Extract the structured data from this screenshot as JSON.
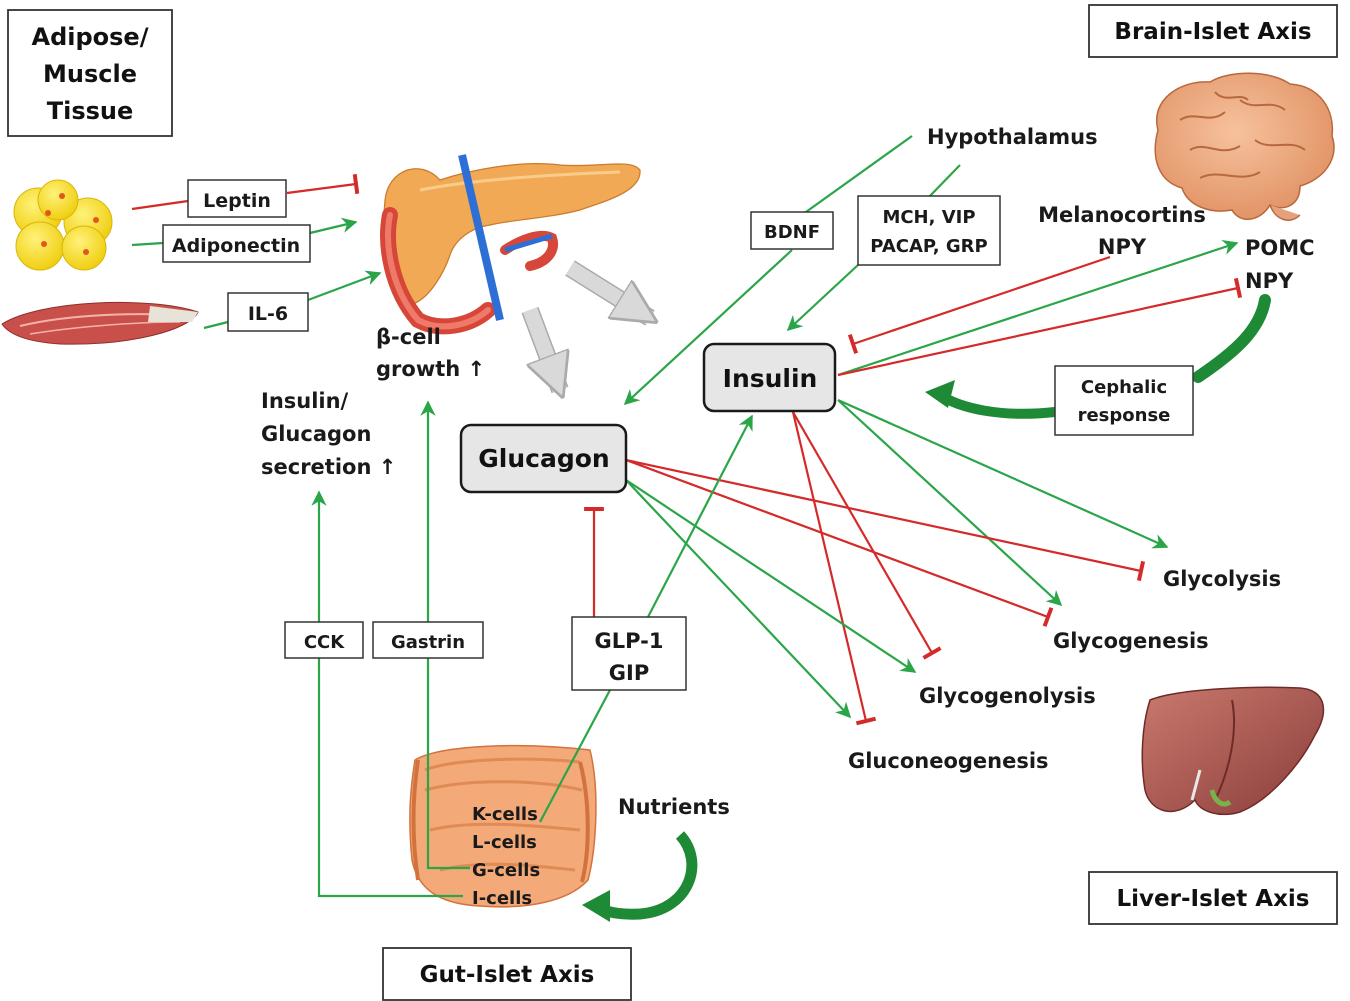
{
  "axes": {
    "adipose_muscle": [
      "Adipose/",
      "Muscle",
      "Tissue"
    ],
    "brain_islet": "Brain-Islet Axis",
    "liver_islet": "Liver-Islet Axis",
    "gut_islet": "Gut-Islet Axis"
  },
  "hormones": {
    "insulin": "Insulin",
    "glucagon": "Glucagon"
  },
  "adipose_signals": {
    "leptin": "Leptin",
    "adiponectin": "Adiponectin",
    "il6": "IL-6"
  },
  "pancreas_effects": {
    "beta_cell_growth": [
      "β-cell",
      "growth ↑"
    ],
    "secretion": [
      "Insulin/",
      "Glucagon",
      "secretion ↑"
    ]
  },
  "brain_signals": {
    "hypothalamus": "Hypothalamus",
    "bdnf": "BDNF",
    "neuropeptides": [
      "MCH, VIP",
      "PACAP, GRP"
    ],
    "melanocortins": [
      "Melanocortins",
      "NPY"
    ],
    "pomc_npy": [
      "POMC",
      "NPY"
    ],
    "cephalic": [
      "Cephalic",
      "response"
    ]
  },
  "gut_signals": {
    "cck": "CCK",
    "gastrin": "Gastrin",
    "incretins": [
      "GLP-1",
      "GIP"
    ],
    "nutrients": "Nutrients",
    "cells": [
      "K-cells",
      "L-cells",
      "G-cells",
      "I-cells"
    ]
  },
  "liver_processes": {
    "glycolysis": "Glycolysis",
    "glycogenesis": "Glycogenesis",
    "glycogenolysis": "Glycogenolysis",
    "gluconeogenesis": "Gluconeogenesis"
  },
  "colors": {
    "stimulate": "#2aa548",
    "inhibit": "#d42a2a",
    "hormone_box": "#e6e6e6"
  }
}
